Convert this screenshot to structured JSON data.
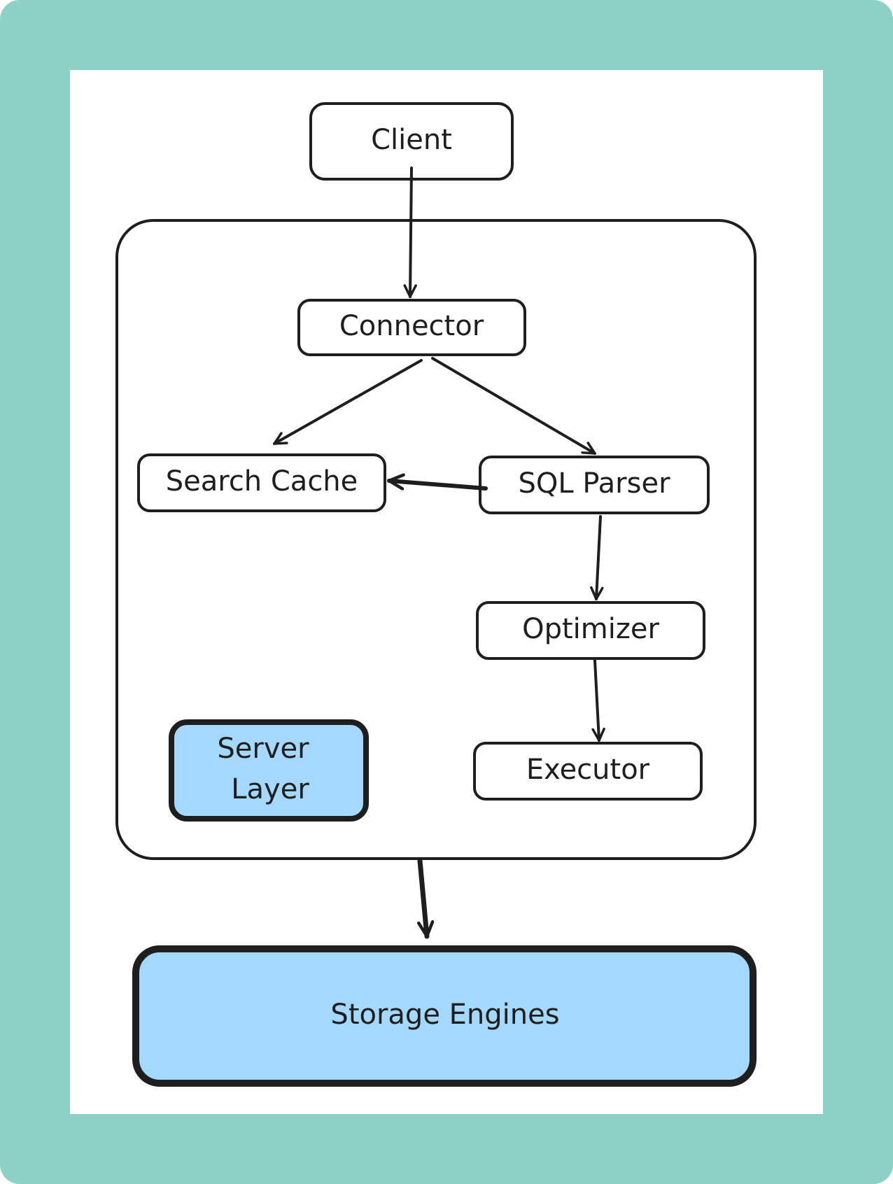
{
  "diagram": {
    "nodes": {
      "client": "Client",
      "connector": "Connector",
      "search_cache": "Search Cache",
      "sql_parser": "SQL Parser",
      "optimizer": "Optimizer",
      "executor": "Executor",
      "server_layer_line1": "Server",
      "server_layer_line2": "Layer",
      "storage_engines": "Storage Engines"
    },
    "edges": [
      {
        "from": "client",
        "to": "connector"
      },
      {
        "from": "connector",
        "to": "search_cache"
      },
      {
        "from": "connector",
        "to": "sql_parser"
      },
      {
        "from": "sql_parser",
        "to": "search_cache"
      },
      {
        "from": "sql_parser",
        "to": "optimizer"
      },
      {
        "from": "optimizer",
        "to": "executor"
      },
      {
        "from": "server_layer",
        "to": "storage_engines"
      }
    ],
    "colors": {
      "frame": "#8dd0c4",
      "canvas": "#ffffff",
      "stroke": "#1e1e1e",
      "highlight_fill": "#a5d8ff"
    }
  }
}
